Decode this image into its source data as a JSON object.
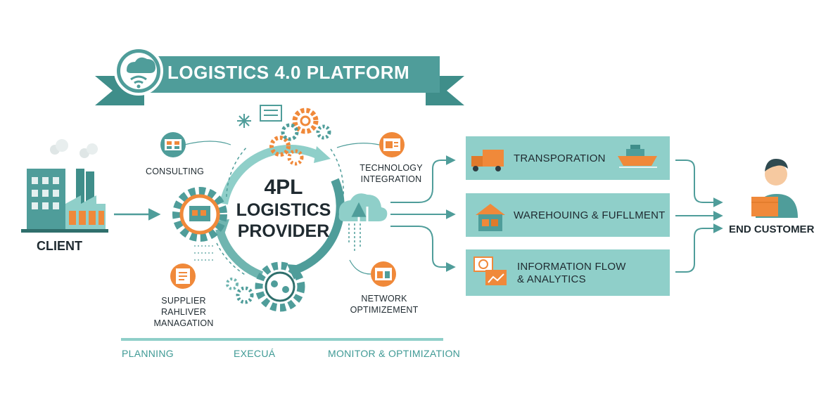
{
  "banner": {
    "title": "LOGISTICS 4.0 PLATFORM"
  },
  "client": {
    "label": "CLIENT"
  },
  "core": {
    "line1": "4PL",
    "line2": "LOGISTICS",
    "line3": "PROVIDER"
  },
  "functions": {
    "consulting": "CONSULTING",
    "technology": {
      "line1": "TECHNOLOGY",
      "line2": "INTEGRATION"
    },
    "supplier": {
      "line1": "SUPPLIER",
      "line2": "RAHLIVER",
      "line3": "MANAGATION"
    },
    "network": {
      "line1": "NETWORK",
      "line2": "OPTIMIZEMENT"
    }
  },
  "services": [
    {
      "line1": "TRANSPORATION",
      "line2": ""
    },
    {
      "line1": "WAREHOUING & FUFLLMENT",
      "line2": ""
    },
    {
      "line1": "INFORMATION FLOW",
      "line2": "& ANALYTICS"
    }
  ],
  "end_customer": {
    "label": "END CUSTOMER"
  },
  "phases": [
    "PLANNING",
    "EXECUÁ",
    "MONITOR & OPTIMIZATION"
  ],
  "colors": {
    "teal": "#4f9d9a",
    "teal_light": "#8fcfc9",
    "orange": "#f0893a",
    "dark": "#1f2a30",
    "phase_text": "#3f9a95"
  }
}
